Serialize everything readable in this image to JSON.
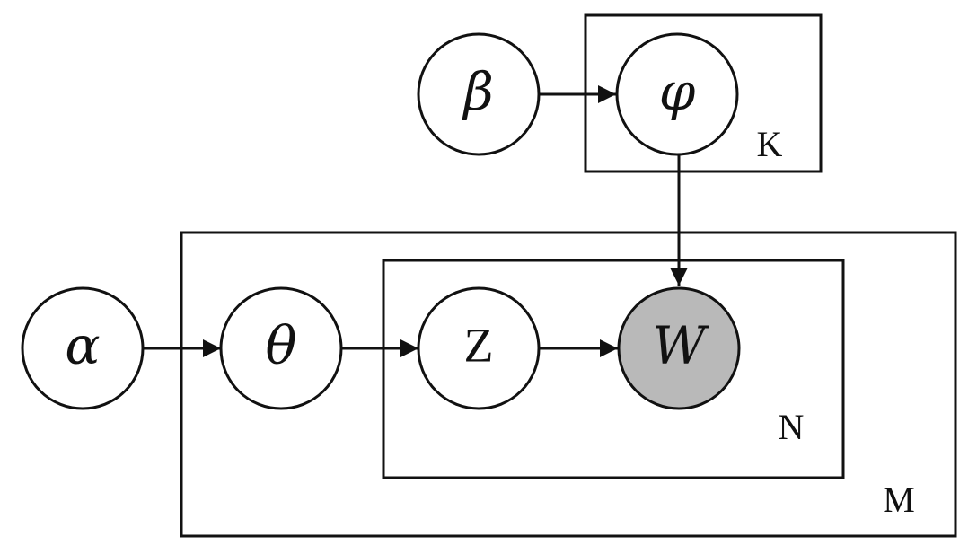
{
  "nodes": {
    "beta": {
      "label": "β"
    },
    "phi": {
      "label": "φ"
    },
    "alpha": {
      "label": "α"
    },
    "theta": {
      "label": "θ"
    },
    "z": {
      "label": "Z"
    },
    "w": {
      "label": "W"
    }
  },
  "plates": {
    "k": {
      "label": "K"
    },
    "m": {
      "label": "M"
    },
    "n": {
      "label": "N"
    }
  },
  "colors": {
    "observed_fill": "#b9b9b9",
    "latent_fill": "#ffffff",
    "stroke": "#111111"
  }
}
